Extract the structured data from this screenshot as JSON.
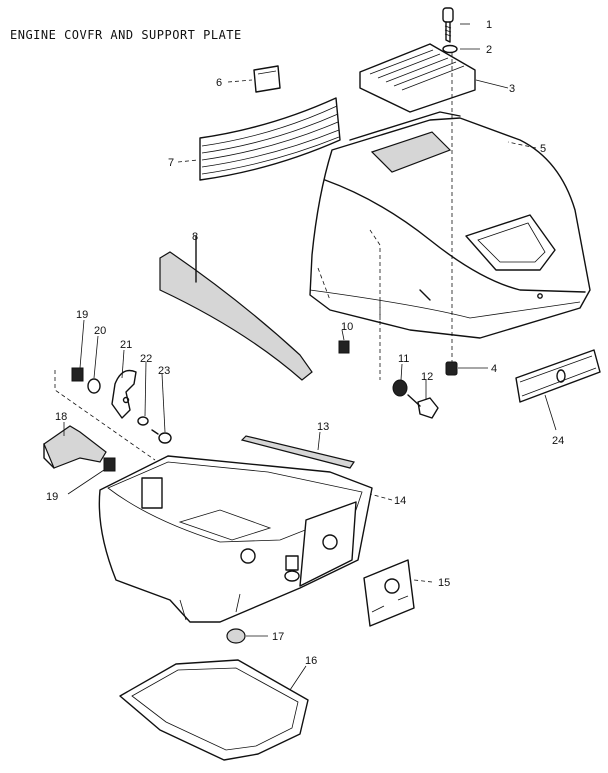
{
  "title": "ENGINE COVFR AND SUPPORT PLATE",
  "parts": [
    {
      "id": "1",
      "label": "1"
    },
    {
      "id": "2",
      "label": "2"
    },
    {
      "id": "3",
      "label": "3"
    },
    {
      "id": "4",
      "label": "4"
    },
    {
      "id": "5",
      "label": "5"
    },
    {
      "id": "6",
      "label": "6"
    },
    {
      "id": "7",
      "label": "7"
    },
    {
      "id": "8",
      "label": "8"
    },
    {
      "id": "10",
      "label": "10"
    },
    {
      "id": "11",
      "label": "11"
    },
    {
      "id": "12",
      "label": "12"
    },
    {
      "id": "13",
      "label": "13"
    },
    {
      "id": "14",
      "label": "14"
    },
    {
      "id": "15",
      "label": "15"
    },
    {
      "id": "16",
      "label": "16"
    },
    {
      "id": "17",
      "label": "17"
    },
    {
      "id": "18",
      "label": "18"
    },
    {
      "id": "19a",
      "label": "19"
    },
    {
      "id": "19b",
      "label": "19"
    },
    {
      "id": "20",
      "label": "20"
    },
    {
      "id": "21",
      "label": "21"
    },
    {
      "id": "22",
      "label": "22"
    },
    {
      "id": "23",
      "label": "23"
    },
    {
      "id": "24",
      "label": "24"
    }
  ]
}
